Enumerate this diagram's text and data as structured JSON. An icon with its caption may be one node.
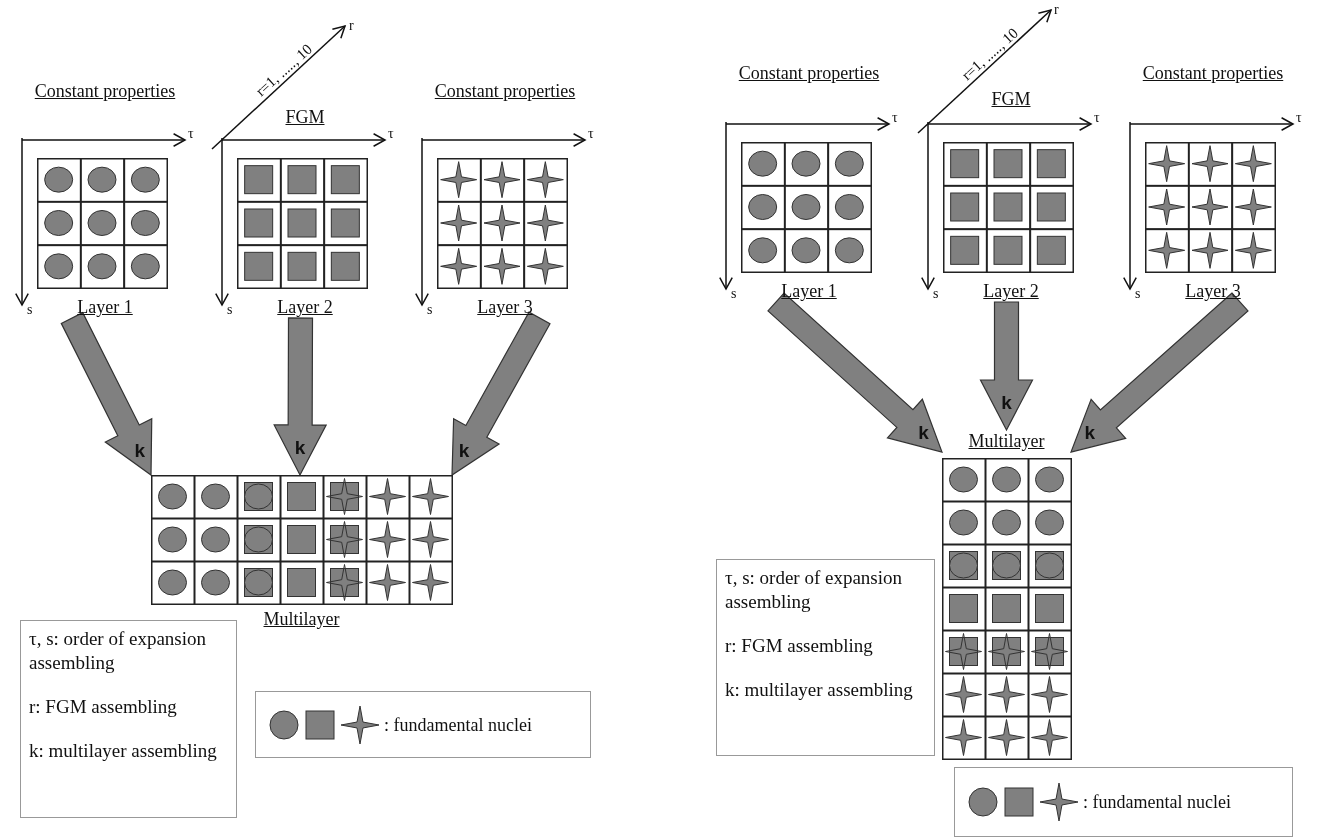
{
  "diagram": {
    "nodes": [
      {
        "text": [
          "Constant properties",
          "Layer 1"
        ]
      },
      {
        "text": [
          "FGM",
          "Layer 2"
        ]
      },
      {
        "text": [
          "Constant properties",
          "Layer 3"
        ]
      },
      {
        "text": [
          "Multilayer"
        ]
      },
      {
        "text": [
          "τ, s: order of expansion assembling",
          "r: FGM assembling",
          "k: multilayer assembling"
        ]
      },
      {
        "text": [
          ": fundamental nuclei"
        ]
      },
      {
        "text": [
          "Constant properties",
          "Layer 1"
        ]
      },
      {
        "text": [
          "FGM",
          "Layer 2"
        ]
      },
      {
        "text": [
          "Constant properties",
          "Layer 3"
        ]
      },
      {
        "text": [
          "Multilayer"
        ]
      },
      {
        "text": [
          "τ, s: order of expansion assembling",
          "r: FGM assembling",
          "k: multilayer assembling"
        ]
      },
      {
        "text": [
          ": fundamental nuclei"
        ]
      }
    ],
    "edges": [
      {
        "from": 0,
        "to": 3,
        "arrow": "to",
        "label": "k",
        "style": "thick"
      },
      {
        "from": 1,
        "to": 3,
        "arrow": "to",
        "label": "k",
        "style": "thick"
      },
      {
        "from": 2,
        "to": 3,
        "arrow": "to",
        "label": "k",
        "style": "thick"
      },
      {
        "from": 6,
        "to": 9,
        "arrow": "to",
        "label": "k",
        "style": "thick"
      },
      {
        "from": 7,
        "to": 9,
        "arrow": "to",
        "label": "k",
        "style": "thick"
      },
      {
        "from": 8,
        "to": 9,
        "arrow": "to",
        "label": "k",
        "style": "thick"
      }
    ],
    "labels": [
      "r=1, ....., 10",
      "r",
      "τ",
      "s",
      "τ",
      "s",
      "τ",
      "s",
      "r=1, ....., 10",
      "r",
      "τ",
      "s",
      "τ",
      "s",
      "τ",
      "s"
    ]
  }
}
